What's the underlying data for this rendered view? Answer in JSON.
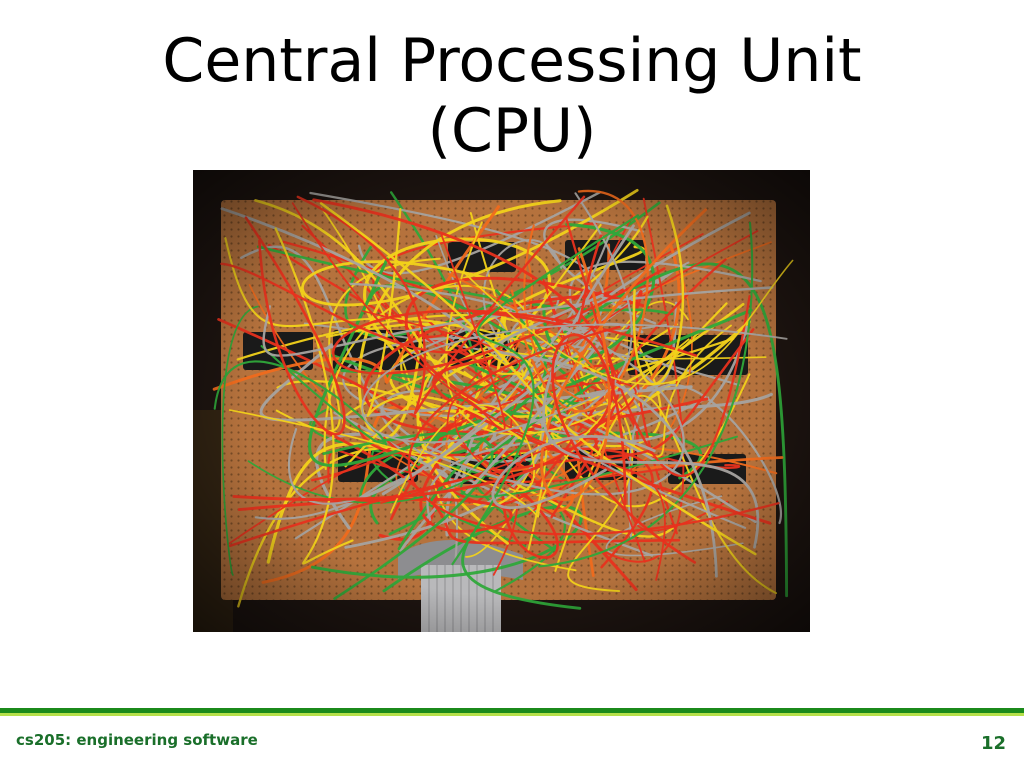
{
  "slide": {
    "title_line1": "Central Processing Unit",
    "title_line2": "(CPU)"
  },
  "photo": {
    "subject": "hand-wired-cpu-circuit-board"
  },
  "footer": {
    "course": "cs205: engineering software",
    "page_number": "12"
  },
  "colors": {
    "footer_rule": "#1b8a1b",
    "footer_rule_accent": "#b6e04a",
    "footer_text": "#1a6f2a",
    "board": "#b5723d",
    "wire_red": "#e8321e",
    "wire_orange": "#f06a1c",
    "wire_yellow": "#f2d21a",
    "wire_green": "#2fa83a",
    "wire_gray": "#a6a3a0"
  }
}
